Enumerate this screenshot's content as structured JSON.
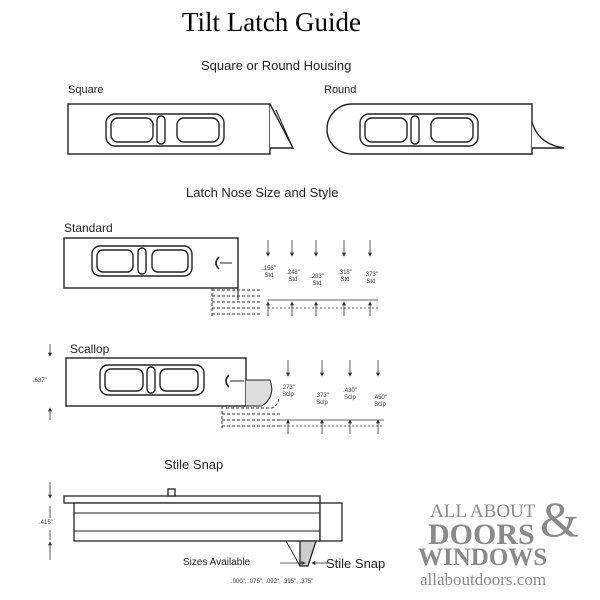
{
  "title": "Tilt Latch Guide",
  "housing": {
    "heading": "Square or Round Housing",
    "square_label": "Square",
    "round_label": "Round"
  },
  "nose": {
    "heading": "Latch Nose Size and Style",
    "standard": {
      "label": "Standard",
      "sizes": [
        {
          "size": ".158\"",
          "style": "Std"
        },
        {
          "size": ".248\"",
          "style": "Std"
        },
        {
          "size": ".283\"",
          "style": "Std"
        },
        {
          "size": ".318\"",
          "style": "Std"
        },
        {
          "size": ".373\"",
          "style": "Std"
        }
      ]
    },
    "scallop": {
      "label": "Scallop",
      "height": ".687\"",
      "sizes": [
        {
          "size": ".273\"",
          "style": "Sclp"
        },
        {
          "size": ".373\"",
          "style": "Sclp"
        },
        {
          "size": ".430\"",
          "style": "Sclp"
        },
        {
          "size": ".450\"",
          "style": "Sclp"
        }
      ]
    }
  },
  "stile_snap": {
    "heading": "Stile Snap",
    "height": ".415\"",
    "sizes_available_label": "Sizes Available",
    "callout_label": "Stile Snap",
    "sizes_list": ".000\", .075\", .092\", .395\", .375\""
  },
  "brand": {
    "line1": "ALL ABOUT",
    "ampersand": "&",
    "line2": "DOORS",
    "line3": "WINDOWS",
    "site": "allaboutdoors.com"
  }
}
